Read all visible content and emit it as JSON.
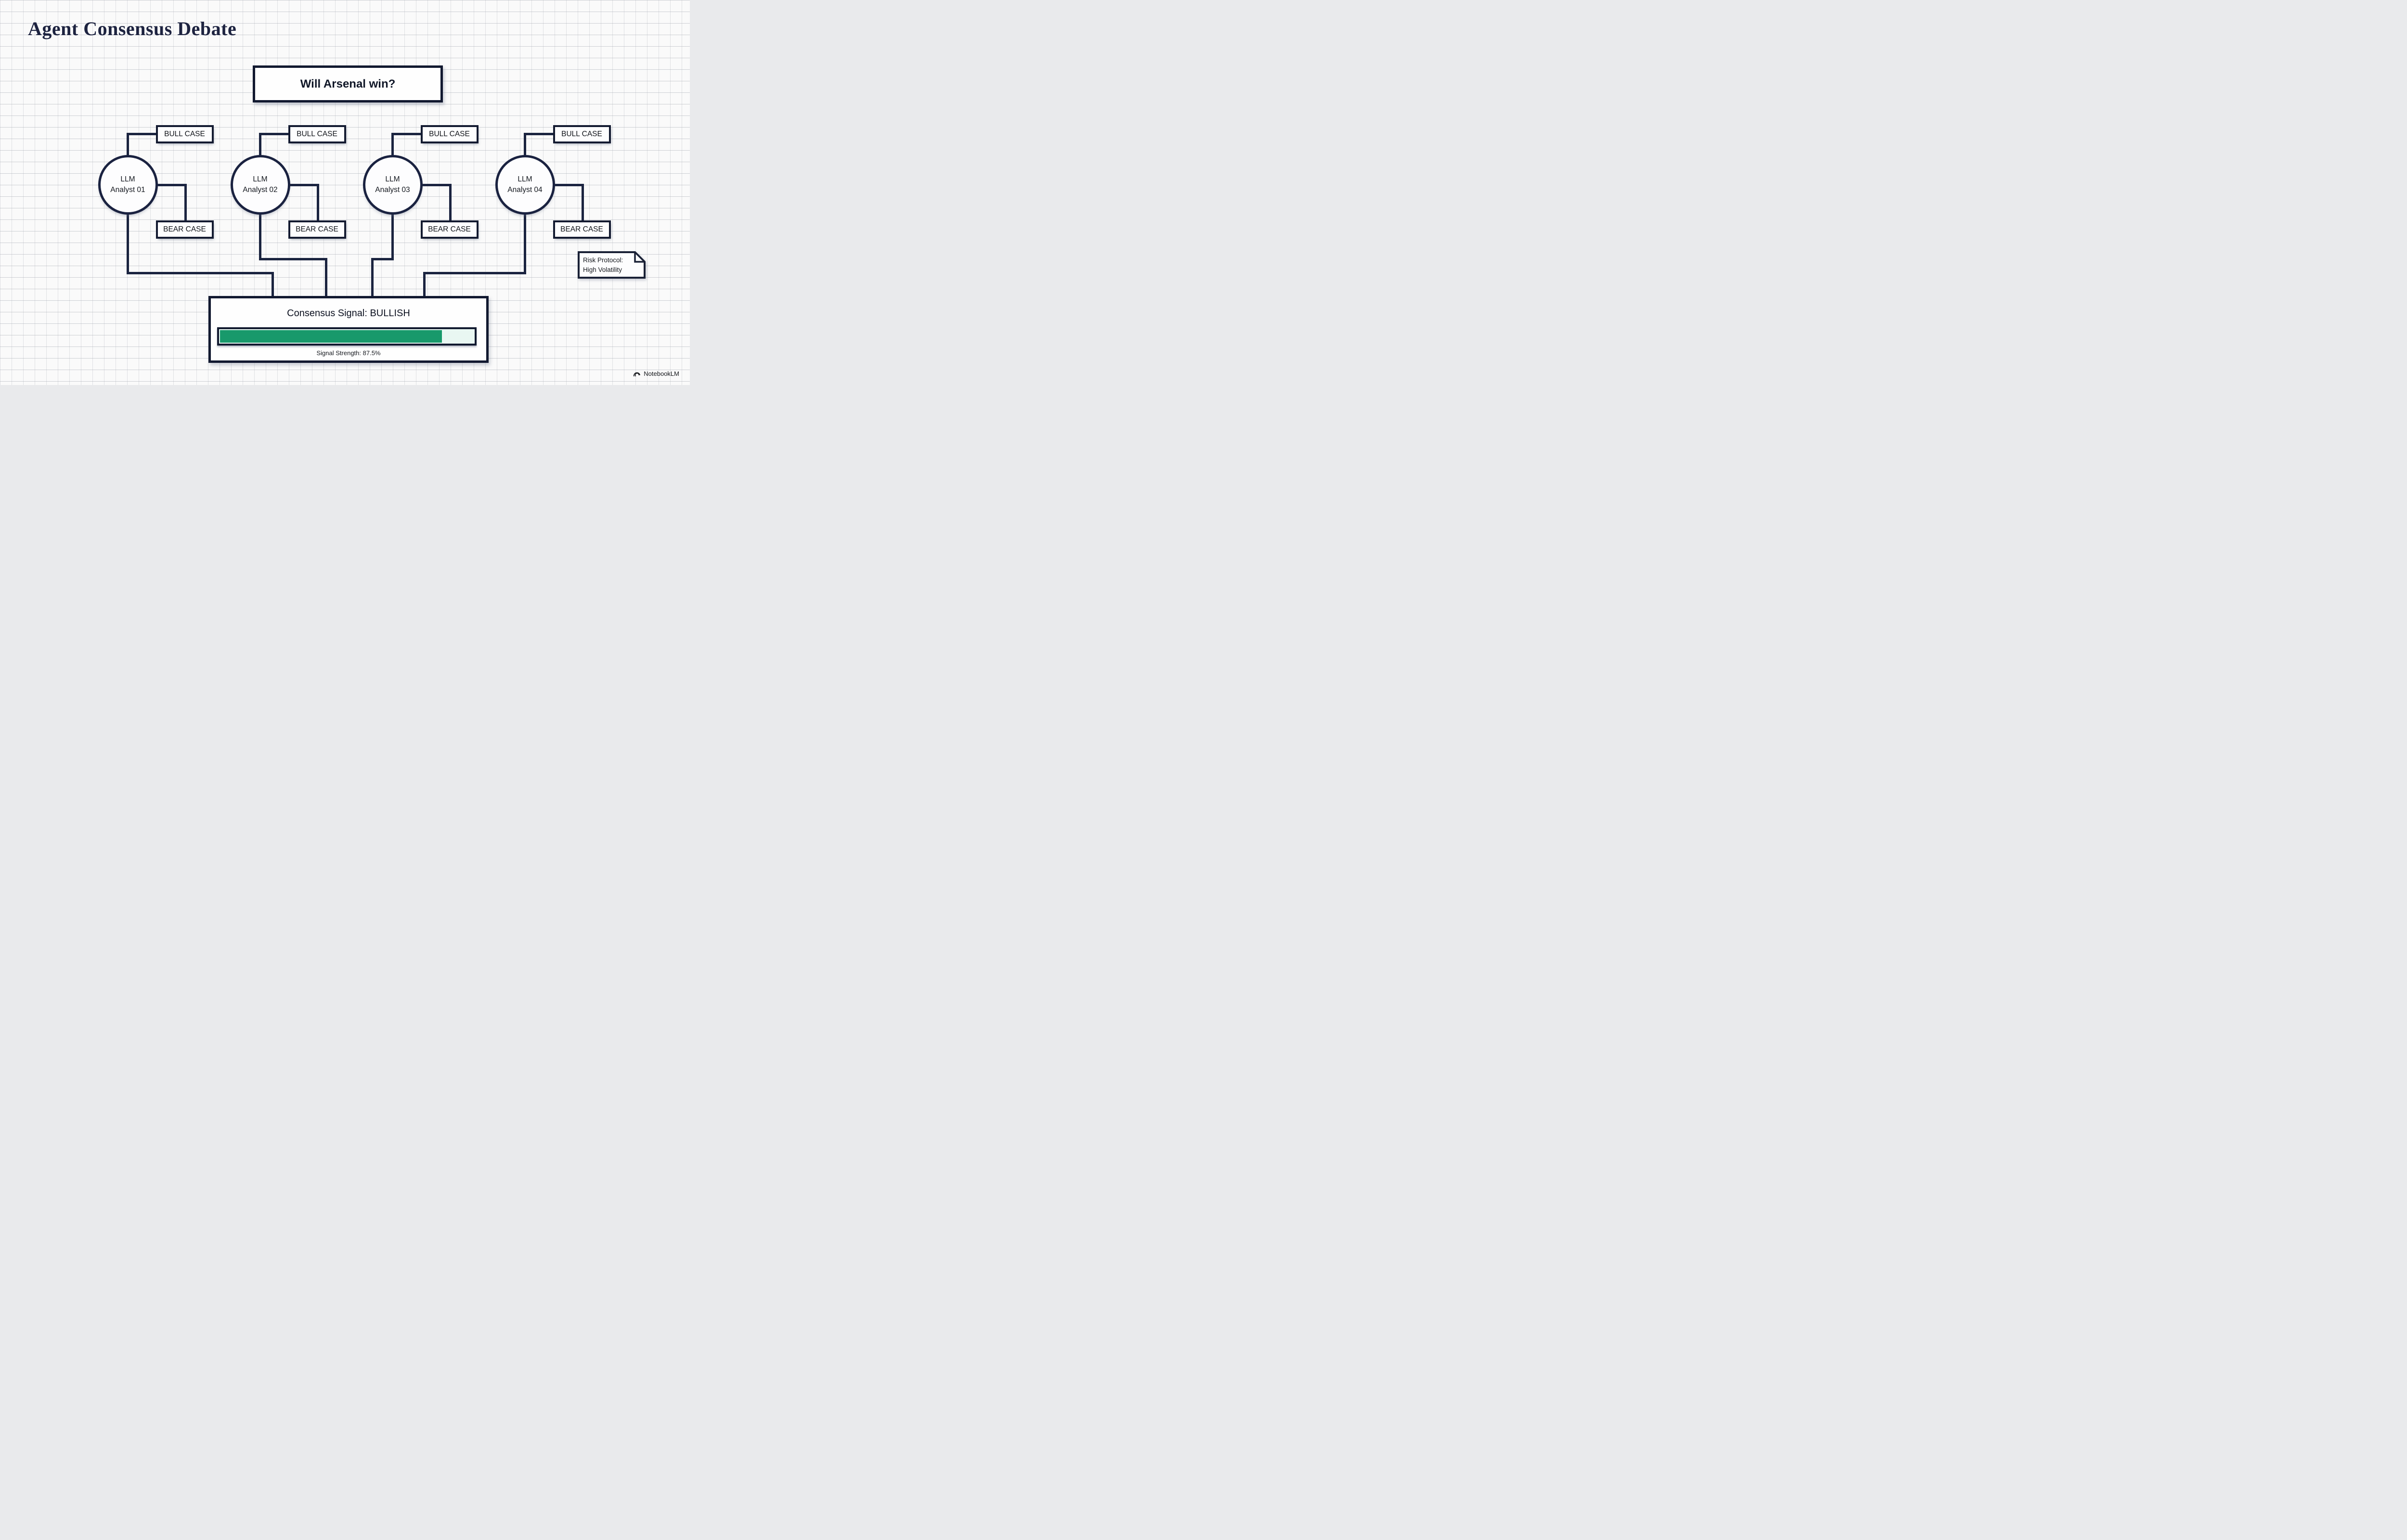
{
  "page": {
    "title": "Agent Consensus Debate",
    "watermark_label": "NotebookLM"
  },
  "question": {
    "label": "Will Arsenal win?"
  },
  "analysts": [
    {
      "name_line1": "LLM",
      "name_line2": "Analyst 01",
      "bull_label": "BULL CASE",
      "bear_label": "BEAR CASE"
    },
    {
      "name_line1": "LLM",
      "name_line2": "Analyst 02",
      "bull_label": "BULL CASE",
      "bear_label": "BEAR CASE"
    },
    {
      "name_line1": "LLM",
      "name_line2": "Analyst 03",
      "bull_label": "BULL CASE",
      "bear_label": "BEAR CASE"
    },
    {
      "name_line1": "LLM",
      "name_line2": "Analyst 04",
      "bull_label": "BULL CASE",
      "bear_label": "BEAR CASE"
    }
  ],
  "consensus": {
    "label": "Consensus Signal: BULLISH",
    "strength_label": "Signal Strength: 87.5%",
    "strength_percent": 87.5,
    "bar_color": "#18996b"
  },
  "risk_note": {
    "line1": "Risk Protocol:",
    "line2": "High Volatility"
  },
  "colors": {
    "ink": "#1b2440",
    "green": "#18996b"
  }
}
